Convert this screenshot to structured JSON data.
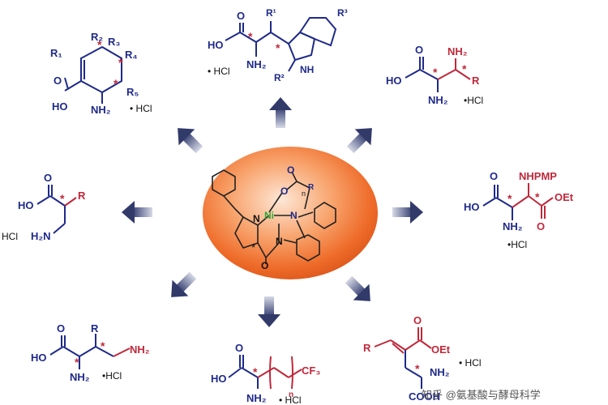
{
  "center": {
    "label_metal": "Ni",
    "label_O1": "O",
    "label_O2": "O",
    "label_N1": "N",
    "label_N2": "N",
    "label_N3": "N",
    "label_n": "n",
    "label_R": "R",
    "star": "*"
  },
  "products": {
    "top_left": {
      "R1": "R₁",
      "R2": "R₂",
      "R3": "R₃",
      "R4": "R₄",
      "R5": "R₅",
      "HO": "HO",
      "O": "O",
      "NH2": "NH₂",
      "salt": "• HCl"
    },
    "top": {
      "R1": "R¹",
      "R2": "R²",
      "R3": "R³",
      "HO": "HO",
      "O": "O",
      "NH2": "NH₂",
      "NH": "NH",
      "salt": "• HCl"
    },
    "top_right": {
      "HO": "HO",
      "O": "O",
      "NH2a": "NH₂",
      "NH2b": "NH₂",
      "R": "R",
      "salt": "•HCl"
    },
    "left": {
      "HO": "HO",
      "O": "O",
      "R": "R",
      "H2N": "H₂N",
      "salt": "HCl"
    },
    "right": {
      "HO": "HO",
      "O": "O",
      "NHPMP": "NHPMP",
      "OEt": "OEt",
      "NH2": "NH₂",
      "salt": "•HCl"
    },
    "bottom_left": {
      "HO": "HO",
      "O": "O",
      "R": "R",
      "NH2a": "NH₂",
      "NH2b": "NH₂",
      "salt": "•HCl"
    },
    "bottom": {
      "HO": "HO",
      "O": "O",
      "CF3": "CF₃",
      "n": "n",
      "NH2": "NH₂",
      "salt": "• HCl"
    },
    "bottom_right": {
      "R": "R",
      "O": "O",
      "OEt": "OEt",
      "NH2": "NH₂",
      "COOH": "COOH",
      "salt": "• HCl"
    }
  },
  "watermark": "知乎 @氨基酸与酵母科学"
}
